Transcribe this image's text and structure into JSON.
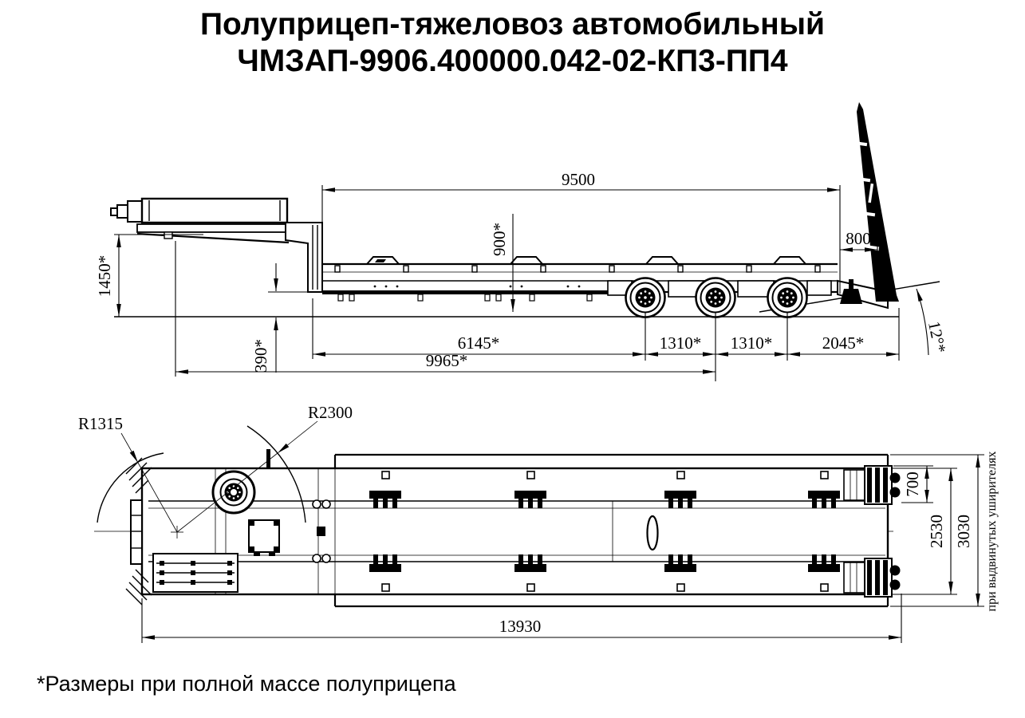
{
  "title": {
    "line1": "Полуприцеп-тяжеловоз автомобильный",
    "line2": "ЧМЗАП-9906.400000.042-02-КП3-ПП4"
  },
  "footnote": "*Размеры при полной массе полуприцепа",
  "side_view": {
    "dims": {
      "platform_length": "9500",
      "platform_height": "900*",
      "ramp_offset": "800",
      "gooseneck_height": "1450*",
      "ground_clearance": "390*",
      "neck_to_first_axle": "6145*",
      "axle_spacing_1": "1310*",
      "axle_spacing_2": "1310*",
      "last_axle_to_rear": "2045*",
      "front_to_middle_axle": "9965*",
      "ramp_angle": "12°*"
    }
  },
  "top_view": {
    "dims": {
      "front_corner_radius": "R1315",
      "swing_radius": "R2300",
      "ramp_width": "700",
      "deck_width": "2530",
      "extended_width": "3030",
      "overall_length": "13930"
    },
    "note": "при выдвинутых уширителях"
  }
}
